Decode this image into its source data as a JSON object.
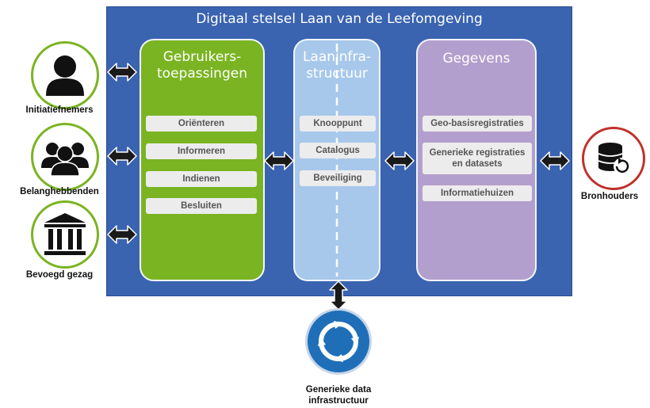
{
  "title": "Digitaal stelsel Laan van de Leefomgeving",
  "columns": {
    "gebruikers": {
      "title_line1": "Gebruikers-",
      "title_line2": "toepassingen",
      "items": [
        "Oriënteren",
        "Informeren",
        "Indienen",
        "Besluiten"
      ],
      "color": "#7ab422"
    },
    "laan": {
      "title_line1": "Laaninfra-",
      "title_line2": "structuur",
      "items": [
        "Knooppunt",
        "Catalogus",
        "Beveiliging"
      ],
      "color": "#a7c8ea"
    },
    "gegevens": {
      "title": "Gegevens",
      "items": [
        "Geo-basisregistraties",
        "Generieke registraties",
        "en datasets",
        "Informatiehuizen"
      ],
      "color": "#b39fcd"
    }
  },
  "actors": {
    "initiatiefnemers": "Initiatiefnemers",
    "belanghebbenden": "Belanghebbenden",
    "bevoegd_gezag": "Bevoegd gezag",
    "bronhouders": "Bronhouders"
  },
  "bottom": {
    "line1": "Generieke data",
    "line2": "infrastructuur"
  },
  "icons": {
    "initiatiefnemers": "person-icon",
    "belanghebbenden": "group-icon",
    "bevoegd_gezag": "government-building-icon",
    "bronhouders": "database-refresh-icon",
    "bottom": "roundabout-icon"
  },
  "colors": {
    "frame": "#3a63b0",
    "actor_ring": "#7ab422",
    "bronhouder_ring": "#c0312b",
    "roundabout": "#1f6fb8"
  }
}
